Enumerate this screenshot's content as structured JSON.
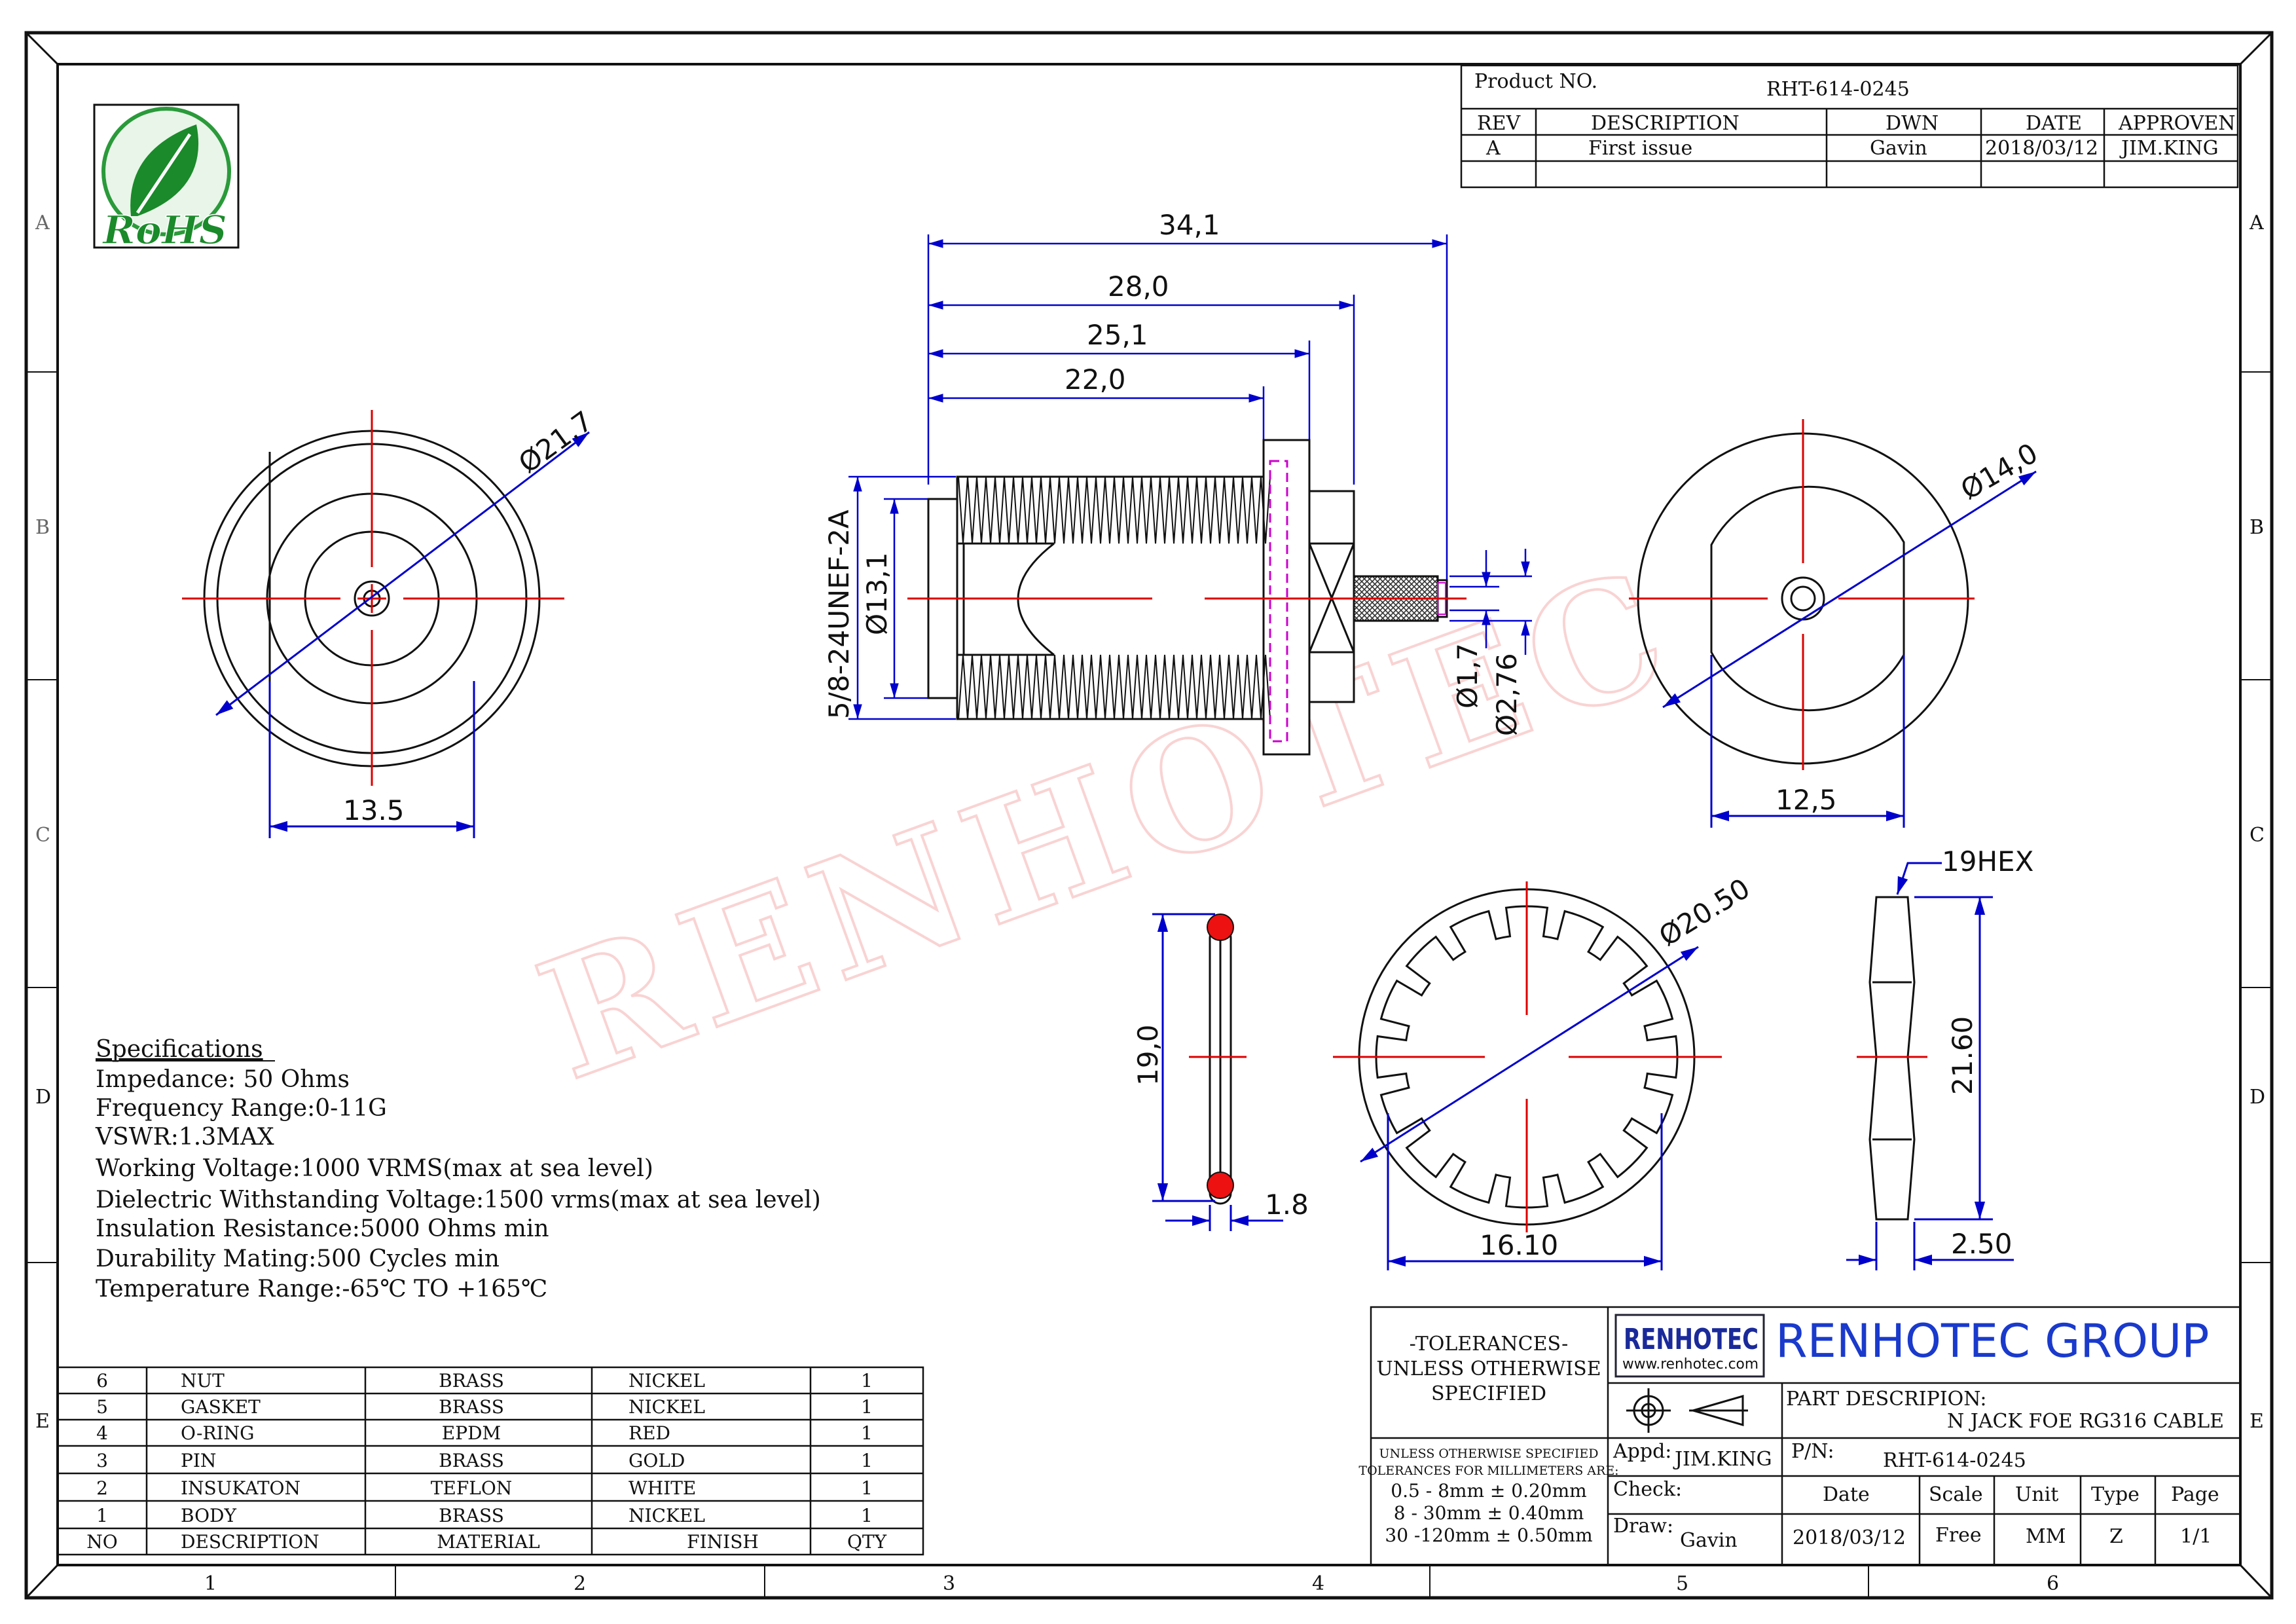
{
  "header": {
    "product_no_label": "Product NO.",
    "product_no": "RHT-614-0245",
    "cols": [
      "REV",
      "DESCRIPTION",
      "DWN",
      "DATE",
      "APPROVEN"
    ],
    "rows": [
      [
        "A",
        "First issue",
        "Gavin",
        "2018/03/12",
        "JIM.KING"
      ]
    ]
  },
  "logo": {
    "text": "RoHS",
    "leaf_color": "#1a8a2a"
  },
  "watermark": "RENHOTEC",
  "zones": {
    "rows": [
      "A",
      "B",
      "C",
      "D",
      "E"
    ],
    "cols": [
      "1",
      "2",
      "3",
      "4",
      "5",
      "6"
    ]
  },
  "dims": {
    "front_dia": "Ø21.7",
    "front_flat": "13.5",
    "len_total": "34,1",
    "len_28": "28,0",
    "len_25": "25,1",
    "len_22": "22,0",
    "thread": "5/8-24UNEF-2A",
    "body_dia": "Ø13,1",
    "pin_dia": "Ø1,7",
    "crimp_dia": "Ø2,76",
    "rear_dia": "Ø14,0",
    "rear_flat": "12,5",
    "oring_h": "19,0",
    "oring_w": "1.8",
    "washer_dia": "Ø20.50",
    "washer_w": "16.10",
    "nut_hex": "19HEX",
    "nut_h": "21.60",
    "nut_w": "2.50"
  },
  "specs": {
    "title": "Specifications",
    "lines": [
      "Impedance: 50 Ohms",
      "Frequency Range:0-11G",
      "VSWR:1.3MAX",
      "Working Voltage:1000 VRMS(max at sea level)",
      "Dielectric Withstanding Voltage:1500 vrms(max at sea level)",
      "Insulation Resistance:5000 Ohms min",
      "Durability Mating:500 Cycles min",
      "Temperature Range:-65℃ TO +165℃"
    ]
  },
  "bom": {
    "rows": [
      [
        "6",
        "NUT",
        "BRASS",
        "NICKEL",
        "1"
      ],
      [
        "5",
        "GASKET",
        "BRASS",
        "NICKEL",
        "1"
      ],
      [
        "4",
        "O-RING",
        "EPDM",
        "RED",
        "1"
      ],
      [
        "3",
        "PIN",
        "BRASS",
        "GOLD",
        "1"
      ],
      [
        "2",
        "INSUKATON",
        "TEFLON",
        "WHITE",
        "1"
      ],
      [
        "1",
        "BODY",
        "BRASS",
        "NICKEL",
        "1"
      ]
    ],
    "header": [
      "NO",
      "DESCRIPTION",
      "MATERIAL",
      "FINISH",
      "QTY"
    ]
  },
  "title_block": {
    "tol_title": [
      "-TOLERANCES-",
      "UNLESS OTHERWISE",
      "SPECIFIED"
    ],
    "tol_lines": [
      "UNLESS OTHERWISE SPECIFIED",
      "TOLERANCES FOR MILLIMETERS ARE:",
      "0.5 - 8mm ± 0.20mm",
      "8 - 30mm ± 0.40mm",
      "30 -120mm ± 0.50mm"
    ],
    "brand_logo": "RENHOTEC",
    "brand_url": "www.renhotec.com",
    "company": "RENHOTEC GROUP",
    "part_desc_label": "PART DESCRIPION:",
    "part_desc": "N JACK FOE RG316 CABLE",
    "appd_label": "Appd:",
    "appd": "JIM.KING",
    "pn_label": "P/N:",
    "pn": "RHT-614-0245",
    "check_label": "Check:",
    "draw_label": "Draw:",
    "draw": "Gavin",
    "info_heads": [
      "Date",
      "Scale",
      "Unit",
      "Type",
      "Page"
    ],
    "info_vals": [
      "2018/03/12",
      "Free",
      "MM",
      "Z",
      "1/1"
    ]
  },
  "colors": {
    "dim": "#0000cc",
    "center": "#dd0000",
    "line": "#111111",
    "magenta": "#cc00cc"
  }
}
